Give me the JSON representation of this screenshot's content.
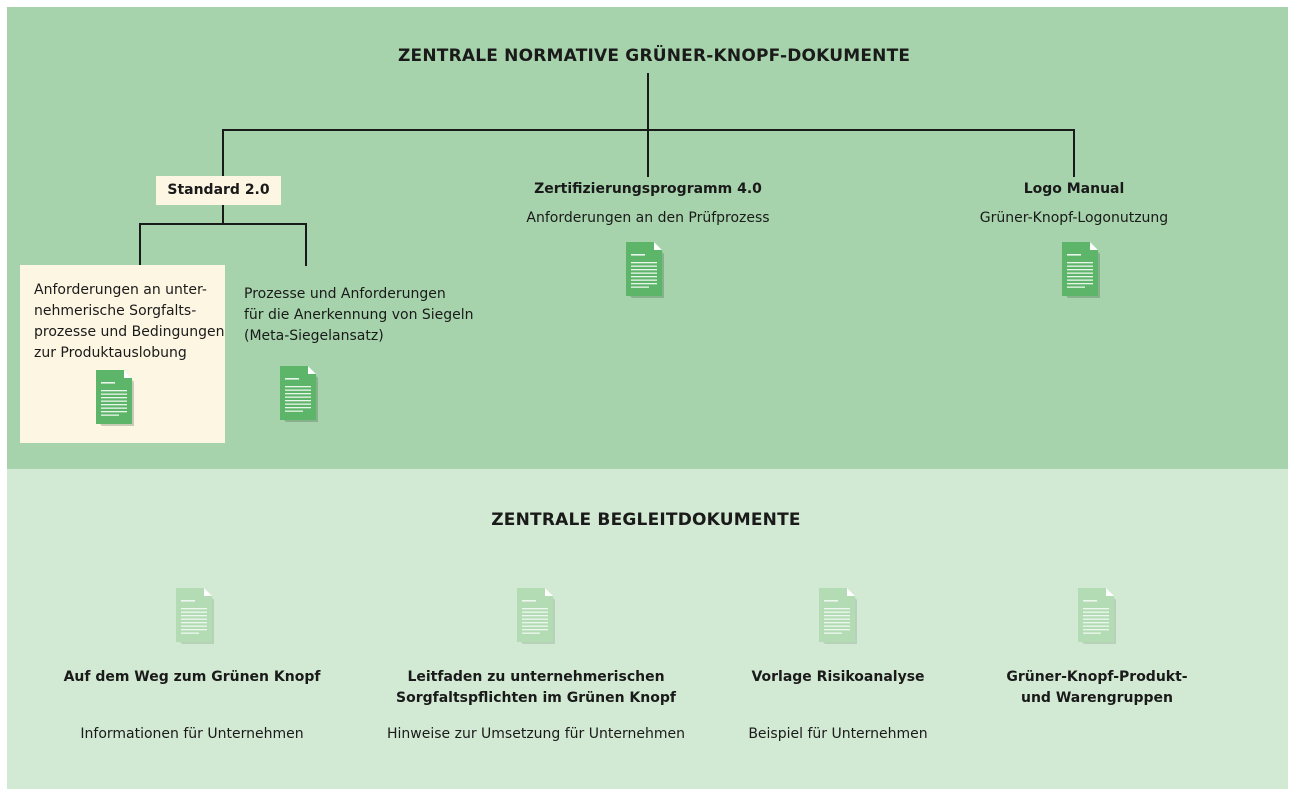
{
  "top": {
    "title": "ZENTRALE NORMATIVE GRÜNER-KNOPF-DOKUMENTE",
    "standard": {
      "label": "Standard 2.0",
      "children": [
        {
          "lines": [
            "Anforderungen an unter-",
            "nehmerische Sorgfalts-",
            "prozesse und Bedingungen",
            "zur Produktauslobung"
          ],
          "icon": "document-icon"
        },
        {
          "lines": [
            "Prozesse und Anforderungen",
            "für die Anerkennung von Siegeln",
            "(Meta-Siegelansatz)"
          ],
          "icon": "document-icon"
        }
      ]
    },
    "zertifizierung": {
      "title": "Zertifizierungsprogramm 4.0",
      "subtitle": "Anforderungen an den Prüfprozess",
      "icon": "document-icon"
    },
    "logo_manual": {
      "title": "Logo Manual",
      "subtitle": "Grüner-Knopf-Logonutzung",
      "icon": "document-icon"
    }
  },
  "bottom": {
    "title": "ZENTRALE BEGLEITDOKUMENTE",
    "items": [
      {
        "title": [
          "Auf dem Weg zum Grünen Knopf"
        ],
        "subtitle": "Informationen für Unternehmen",
        "icon": "document-icon"
      },
      {
        "title": [
          "Leitfaden zu unternehmerischen",
          "Sorgfaltspflichten im Grünen Knopf"
        ],
        "subtitle": "Hinweise zur Umsetzung für Unternehmen",
        "icon": "document-icon"
      },
      {
        "title": [
          "Vorlage Risikoanalyse"
        ],
        "subtitle": "Beispiel für Unternehmen",
        "icon": "document-icon"
      },
      {
        "title": [
          "Grüner-Knopf-Produkt-",
          "und Warengruppen"
        ],
        "subtitle": "",
        "icon": "document-icon"
      }
    ]
  },
  "colors": {
    "top_panel": "#a6d3ac",
    "bottom_panel": "#d2e9d3",
    "highlight_box": "#fdf6e3",
    "doc_dark": "#5db56a",
    "doc_light": "#b3dcb5"
  }
}
